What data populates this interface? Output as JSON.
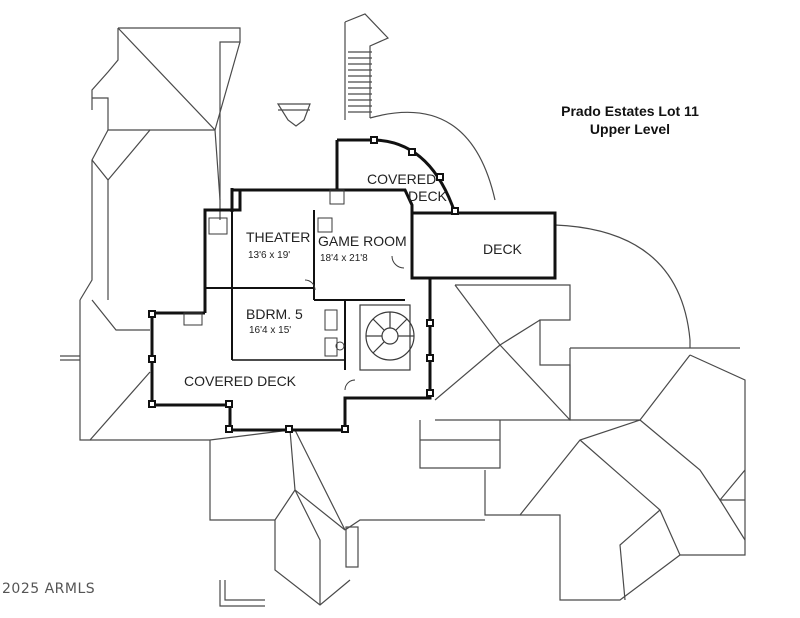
{
  "header": {
    "title": "Prado Estates Lot 11",
    "subtitle": "Upper Level"
  },
  "rooms": [
    {
      "id": "covered-deck-upper",
      "name": "COVERED",
      "name2": "DECK",
      "dims": ""
    },
    {
      "id": "deck",
      "name": "DECK",
      "dims": ""
    },
    {
      "id": "theater",
      "name": "THEATER",
      "dims": "13'6 x 19'"
    },
    {
      "id": "game-room",
      "name": "GAME ROOM",
      "dims": "18'4 x 21'8"
    },
    {
      "id": "bedroom-5",
      "name": "BDRM. 5",
      "dims": "16'4 x 15'"
    },
    {
      "id": "covered-deck-lower",
      "name": "COVERED DECK",
      "dims": ""
    }
  ],
  "footer": {
    "copyright": "2025 ARMLS"
  },
  "colors": {
    "line": "#3a3a3a",
    "wall": "#111111",
    "background": "#ffffff"
  }
}
